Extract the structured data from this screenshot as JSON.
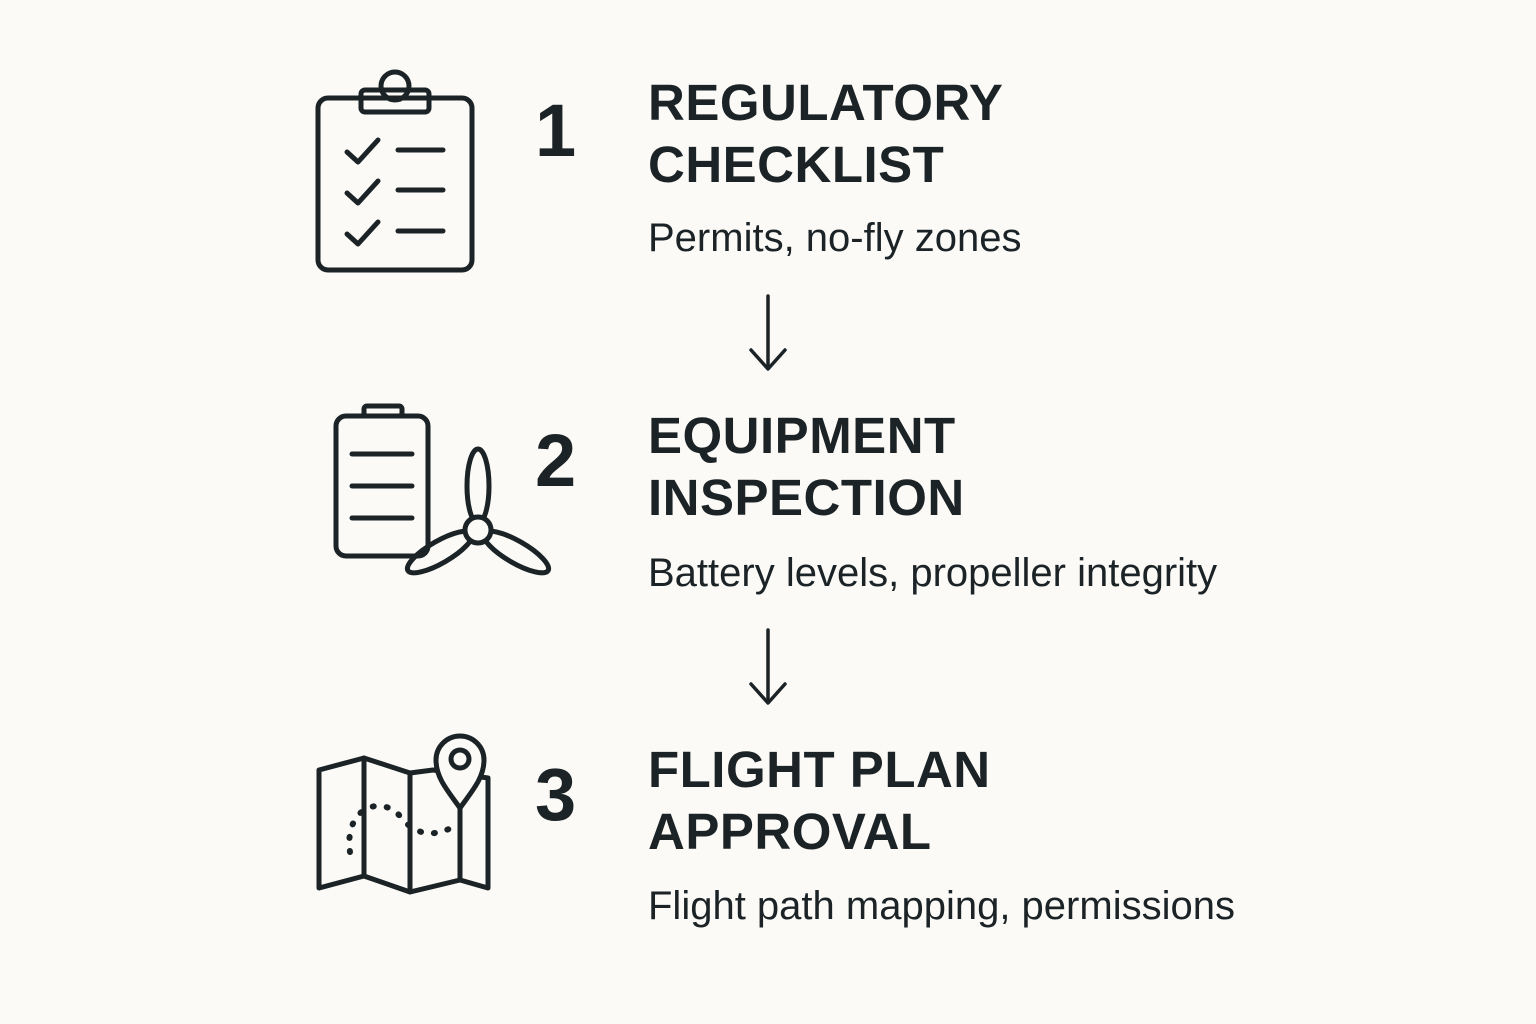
{
  "steps": [
    {
      "number": "1",
      "title": "REGULATORY\nCHECKLIST",
      "description": "Permits, no-fly zones",
      "icon": "clipboard-checklist-icon"
    },
    {
      "number": "2",
      "title": "EQUIPMENT\nINSPECTION",
      "description": "Battery levels, propeller integrity",
      "icon": "battery-propeller-icon"
    },
    {
      "number": "3",
      "title": "FLIGHT PLAN\nAPPROVAL",
      "description": "Flight path mapping, permissions",
      "icon": "map-pin-icon"
    }
  ],
  "connectors": [
    {
      "icon": "arrow-down-icon"
    },
    {
      "icon": "arrow-down-icon"
    }
  ],
  "colors": {
    "background": "#fbfaf6",
    "ink": "#1b2327"
  }
}
